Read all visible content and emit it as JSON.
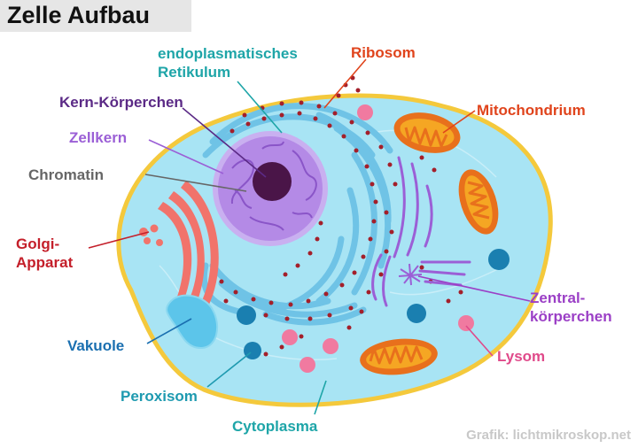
{
  "title": "Zelle Aufbau",
  "credit": "Grafik: lichtmikroskop.net",
  "colors": {
    "cytoplasm": "#a8e4f4",
    "membrane": "#f4c93c",
    "nucleus": "#b48ae6",
    "nucleolus": "#4a1548",
    "er": "#6fc3e6",
    "ribosome": "#a31f2a",
    "mitochondrion": "#e8701c",
    "golgi": "#f1736b",
    "vacuole": "#5cc5ea",
    "peroxisome": "#1a7fb0",
    "lysosome": "#f07aa0",
    "centriole": "#9b5fd6"
  },
  "labels": {
    "er": "endoplasmatisches\nRetikulum",
    "ribosom": "Ribosom",
    "kernkoerperchen": "Kern-Körperchen",
    "mitochondrium": "Mitochondrium",
    "zellkern": "Zellkern",
    "chromatin": "Chromatin",
    "golgi": "Golgi-\nApparat",
    "zentral": "Zentral-\nkörperchen",
    "vakuole": "Vakuole",
    "lysom": "Lysom",
    "peroxisom": "Peroxisom",
    "cytoplasma": "Cytoplasma"
  },
  "label_colors": {
    "er": "#1ea5a8",
    "ribosom": "#e0441c",
    "kernkoerperchen": "#5b2a86",
    "mitochondrium": "#e0441c",
    "zellkern": "#9b5fd6",
    "chromatin": "#666666",
    "golgi": "#c41f2a",
    "zentral": "#9b3fc6",
    "vakuole": "#1a6fb0",
    "lysom": "#e04a8a",
    "peroxisom": "#1e9ab0",
    "cytoplasma": "#1ea5a8"
  }
}
